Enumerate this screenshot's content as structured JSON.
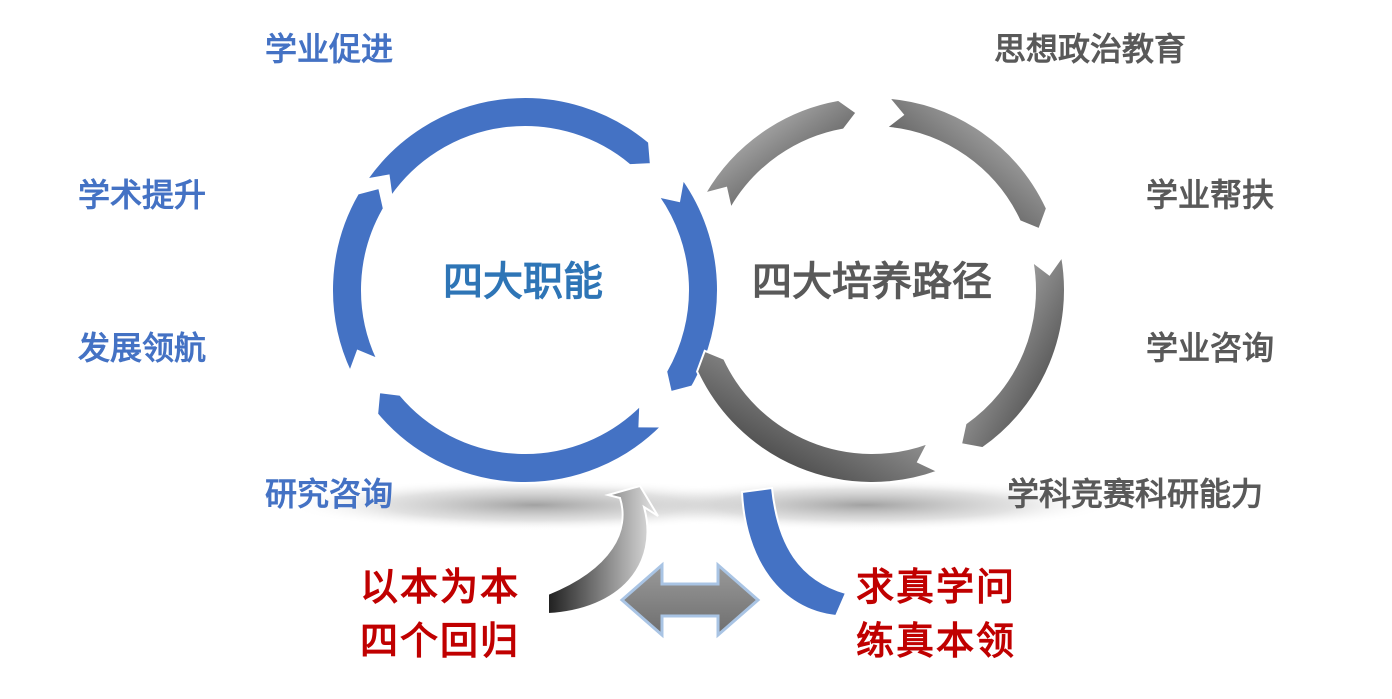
{
  "left_cycle": {
    "title": "四大职能",
    "color": "#4472c4",
    "items": [
      "学业促进",
      "学术提升",
      "发展领航",
      "研究咨询"
    ]
  },
  "right_cycle": {
    "title": "四大培养路径",
    "color": "#808080",
    "items": [
      "思想政治教育",
      "学业帮扶",
      "学业咨询",
      "学科竞赛科研能力"
    ]
  },
  "bottom": {
    "left_lines": [
      "以本为本",
      "四个回归"
    ],
    "right_lines": [
      "求真学问",
      "练真本领"
    ],
    "accent": "#c00000"
  }
}
